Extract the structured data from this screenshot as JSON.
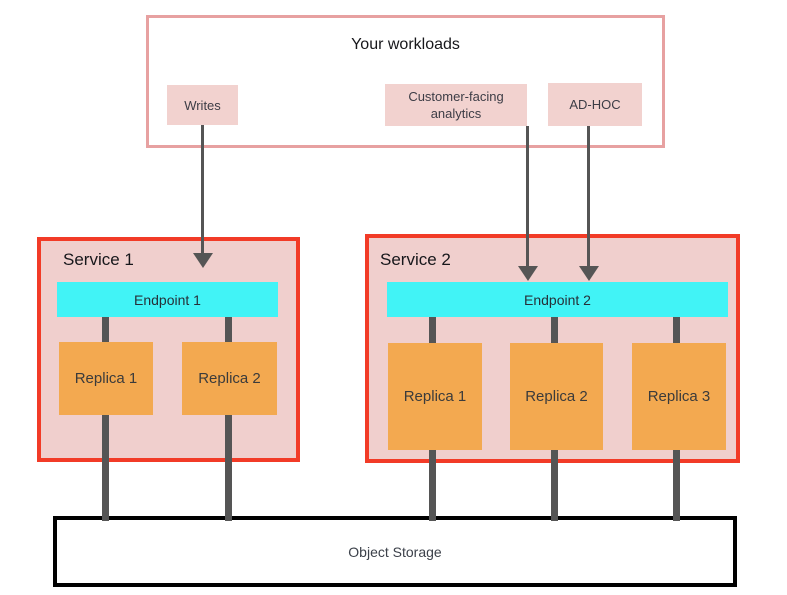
{
  "workloads": {
    "title": "Your workloads",
    "writes_label": "Writes",
    "analytics_label": "Customer-facing analytics",
    "adhoc_label": "AD-HOC"
  },
  "services": [
    {
      "name": "Service 1",
      "endpoint": "Endpoint 1",
      "replicas": [
        "Replica 1",
        "Replica 2"
      ]
    },
    {
      "name": "Service 2",
      "endpoint": "Endpoint 2",
      "replicas": [
        "Replica 1",
        "Replica 2",
        "Replica 3"
      ]
    }
  ],
  "storage": {
    "label": "Object Storage"
  },
  "colors": {
    "workloads_border": "#e7a1a1",
    "workload_item_bg": "#f2d2cf",
    "service_border": "#f23b27",
    "service_bg": "#f0cfcd",
    "endpoint_bg": "#41f3f6",
    "replica_bg": "#f3a950",
    "connector": "#555555",
    "arrow": "#555555",
    "storage_border": "#000000",
    "storage_bg": "#ffffff"
  }
}
